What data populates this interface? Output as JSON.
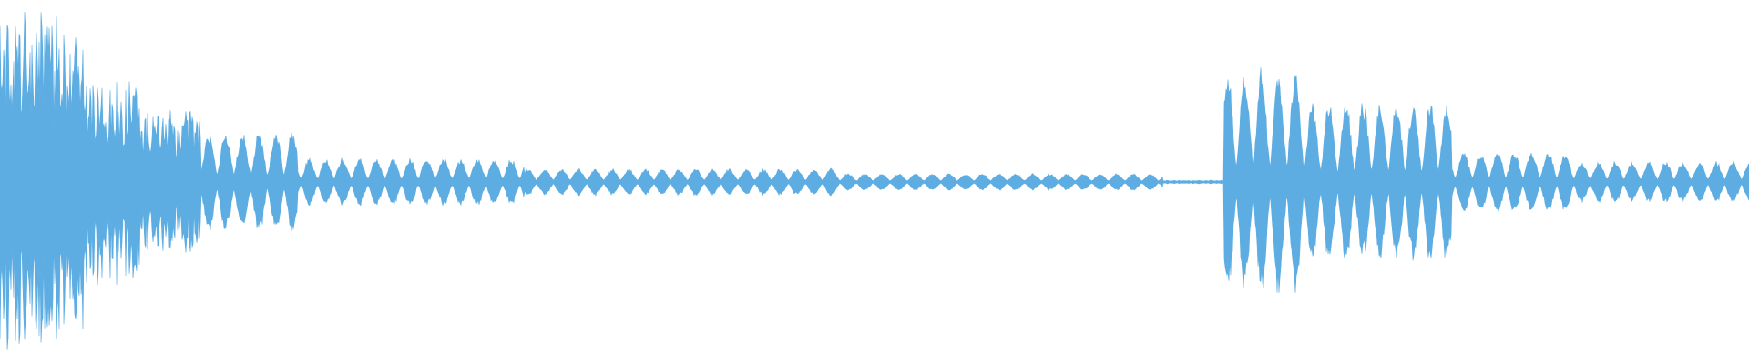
{
  "waveform": {
    "color": "#5dade2",
    "background": "#ffffff",
    "segments": [
      {
        "start": 0.0,
        "end": 0.048,
        "amp": 0.98,
        "kind": "dense"
      },
      {
        "start": 0.048,
        "end": 0.08,
        "amp": 0.62,
        "kind": "dense"
      },
      {
        "start": 0.08,
        "end": 0.115,
        "amp": 0.42,
        "kind": "dense"
      },
      {
        "start": 0.115,
        "end": 0.17,
        "amp": 0.3,
        "kind": "burst"
      },
      {
        "start": 0.17,
        "end": 0.3,
        "amp": 0.14,
        "kind": "burst"
      },
      {
        "start": 0.3,
        "end": 0.48,
        "amp": 0.08,
        "kind": "burst"
      },
      {
        "start": 0.48,
        "end": 0.665,
        "amp": 0.05,
        "kind": "burst"
      },
      {
        "start": 0.665,
        "end": 0.7,
        "amp": 0.01,
        "kind": "flat"
      },
      {
        "start": 0.7,
        "end": 0.745,
        "amp": 0.66,
        "kind": "burst"
      },
      {
        "start": 0.745,
        "end": 0.83,
        "amp": 0.48,
        "kind": "burst"
      },
      {
        "start": 0.83,
        "end": 0.9,
        "amp": 0.18,
        "kind": "burst"
      },
      {
        "start": 0.9,
        "end": 1.0,
        "amp": 0.12,
        "kind": "burst"
      }
    ]
  }
}
